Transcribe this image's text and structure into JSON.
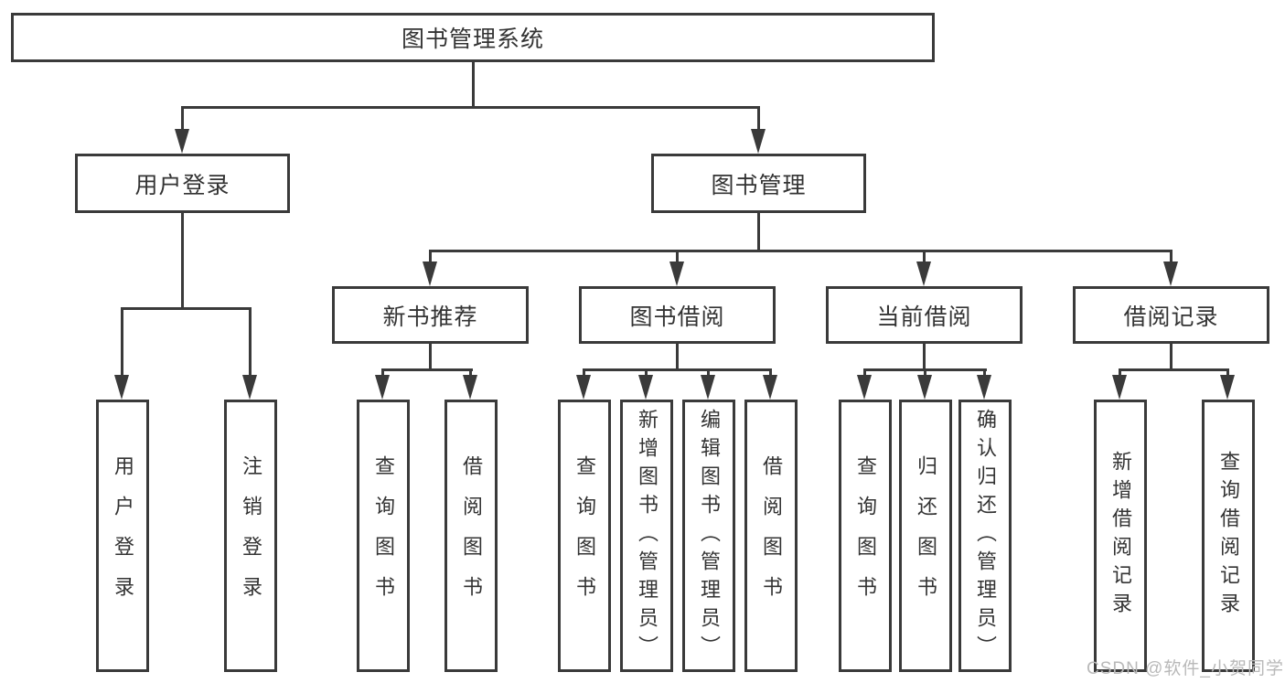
{
  "diagram": {
    "title": "图书管理系统",
    "nodes": {
      "root": "图书管理系统",
      "user_login": "用户登录",
      "book_mgmt": "图书管理",
      "login_children": [
        "用户登录",
        "注销登录"
      ],
      "mgmt_children": [
        "新书推荐",
        "图书借阅",
        "当前借阅",
        "借阅记录"
      ],
      "recommend_children": [
        "查询图书",
        "借阅图书"
      ],
      "borrow_children": [
        "查询图书",
        "新增图书（管理员）",
        "编辑图书（管理员）",
        "借阅图书"
      ],
      "current_children": [
        "查询图书",
        "归还图书",
        "确认归还（管理员）"
      ],
      "record_children": [
        "新增借阅记录",
        "查询借阅记录"
      ]
    },
    "colors": {
      "line": "#3a3a3a",
      "text": "#333333",
      "background": "#ffffff",
      "watermark": "#b9b9b9"
    }
  },
  "watermark": {
    "text": "CSDN @软件_小贺同学"
  }
}
